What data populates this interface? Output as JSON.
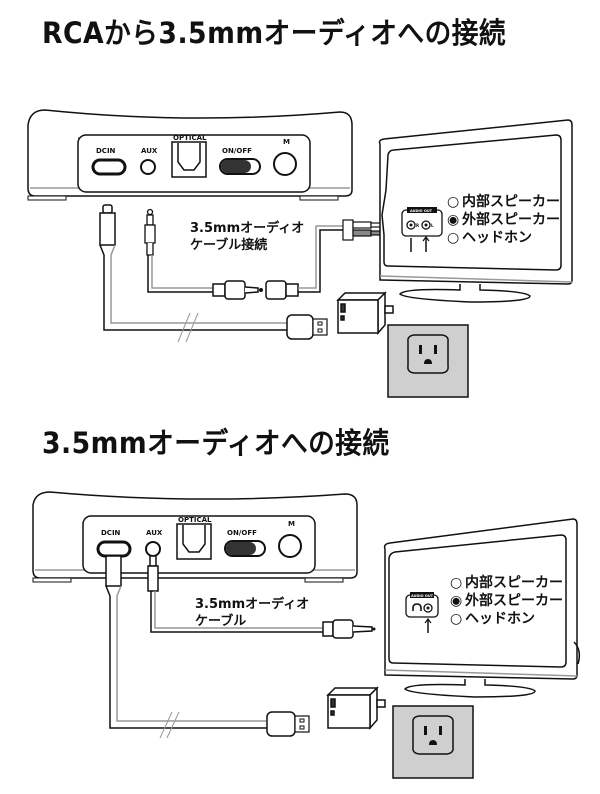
{
  "sections": [
    {
      "title": "RCAから3.5mmオーディオへの接続",
      "device_ports": {
        "dc_in": "DCIN",
        "aux": "AUX",
        "optical": "OPTICAL",
        "power": "ON/OFF",
        "button": "M"
      },
      "cable_caption_line1": "3.5mmオーディオ",
      "cable_caption_line2": "ケーブル接続",
      "tv_panel_label": "AUDIO OUT",
      "tv_jack_labels": [
        "R",
        "L"
      ],
      "tv_options": [
        {
          "label": "内部スピーカー",
          "selected": false
        },
        {
          "label": "外部スピーカー",
          "selected": true
        },
        {
          "label": "ヘッドホン",
          "selected": false
        }
      ]
    },
    {
      "title": "3.5mmオーディオへの接続",
      "device_ports": {
        "dc_in": "DCIN",
        "aux": "AUX",
        "optical": "OPTICAL",
        "power": "ON/OFF",
        "button": "M"
      },
      "cable_caption_line1": "3.5mmオーディオ",
      "cable_caption_line2": "ケーブル",
      "tv_panel_label": "AUDIO OUT",
      "tv_options": [
        {
          "label": "内部スピーカー",
          "selected": false
        },
        {
          "label": "外部スピーカー",
          "selected": true
        },
        {
          "label": "ヘッドホン",
          "selected": false
        }
      ]
    }
  ],
  "icons": {
    "radio_on": "◉",
    "radio_off": "○"
  },
  "colors": {
    "ink": "#111111",
    "cable_gray": "#9a9a9a",
    "outlet_bg": "#cfcfcf"
  }
}
